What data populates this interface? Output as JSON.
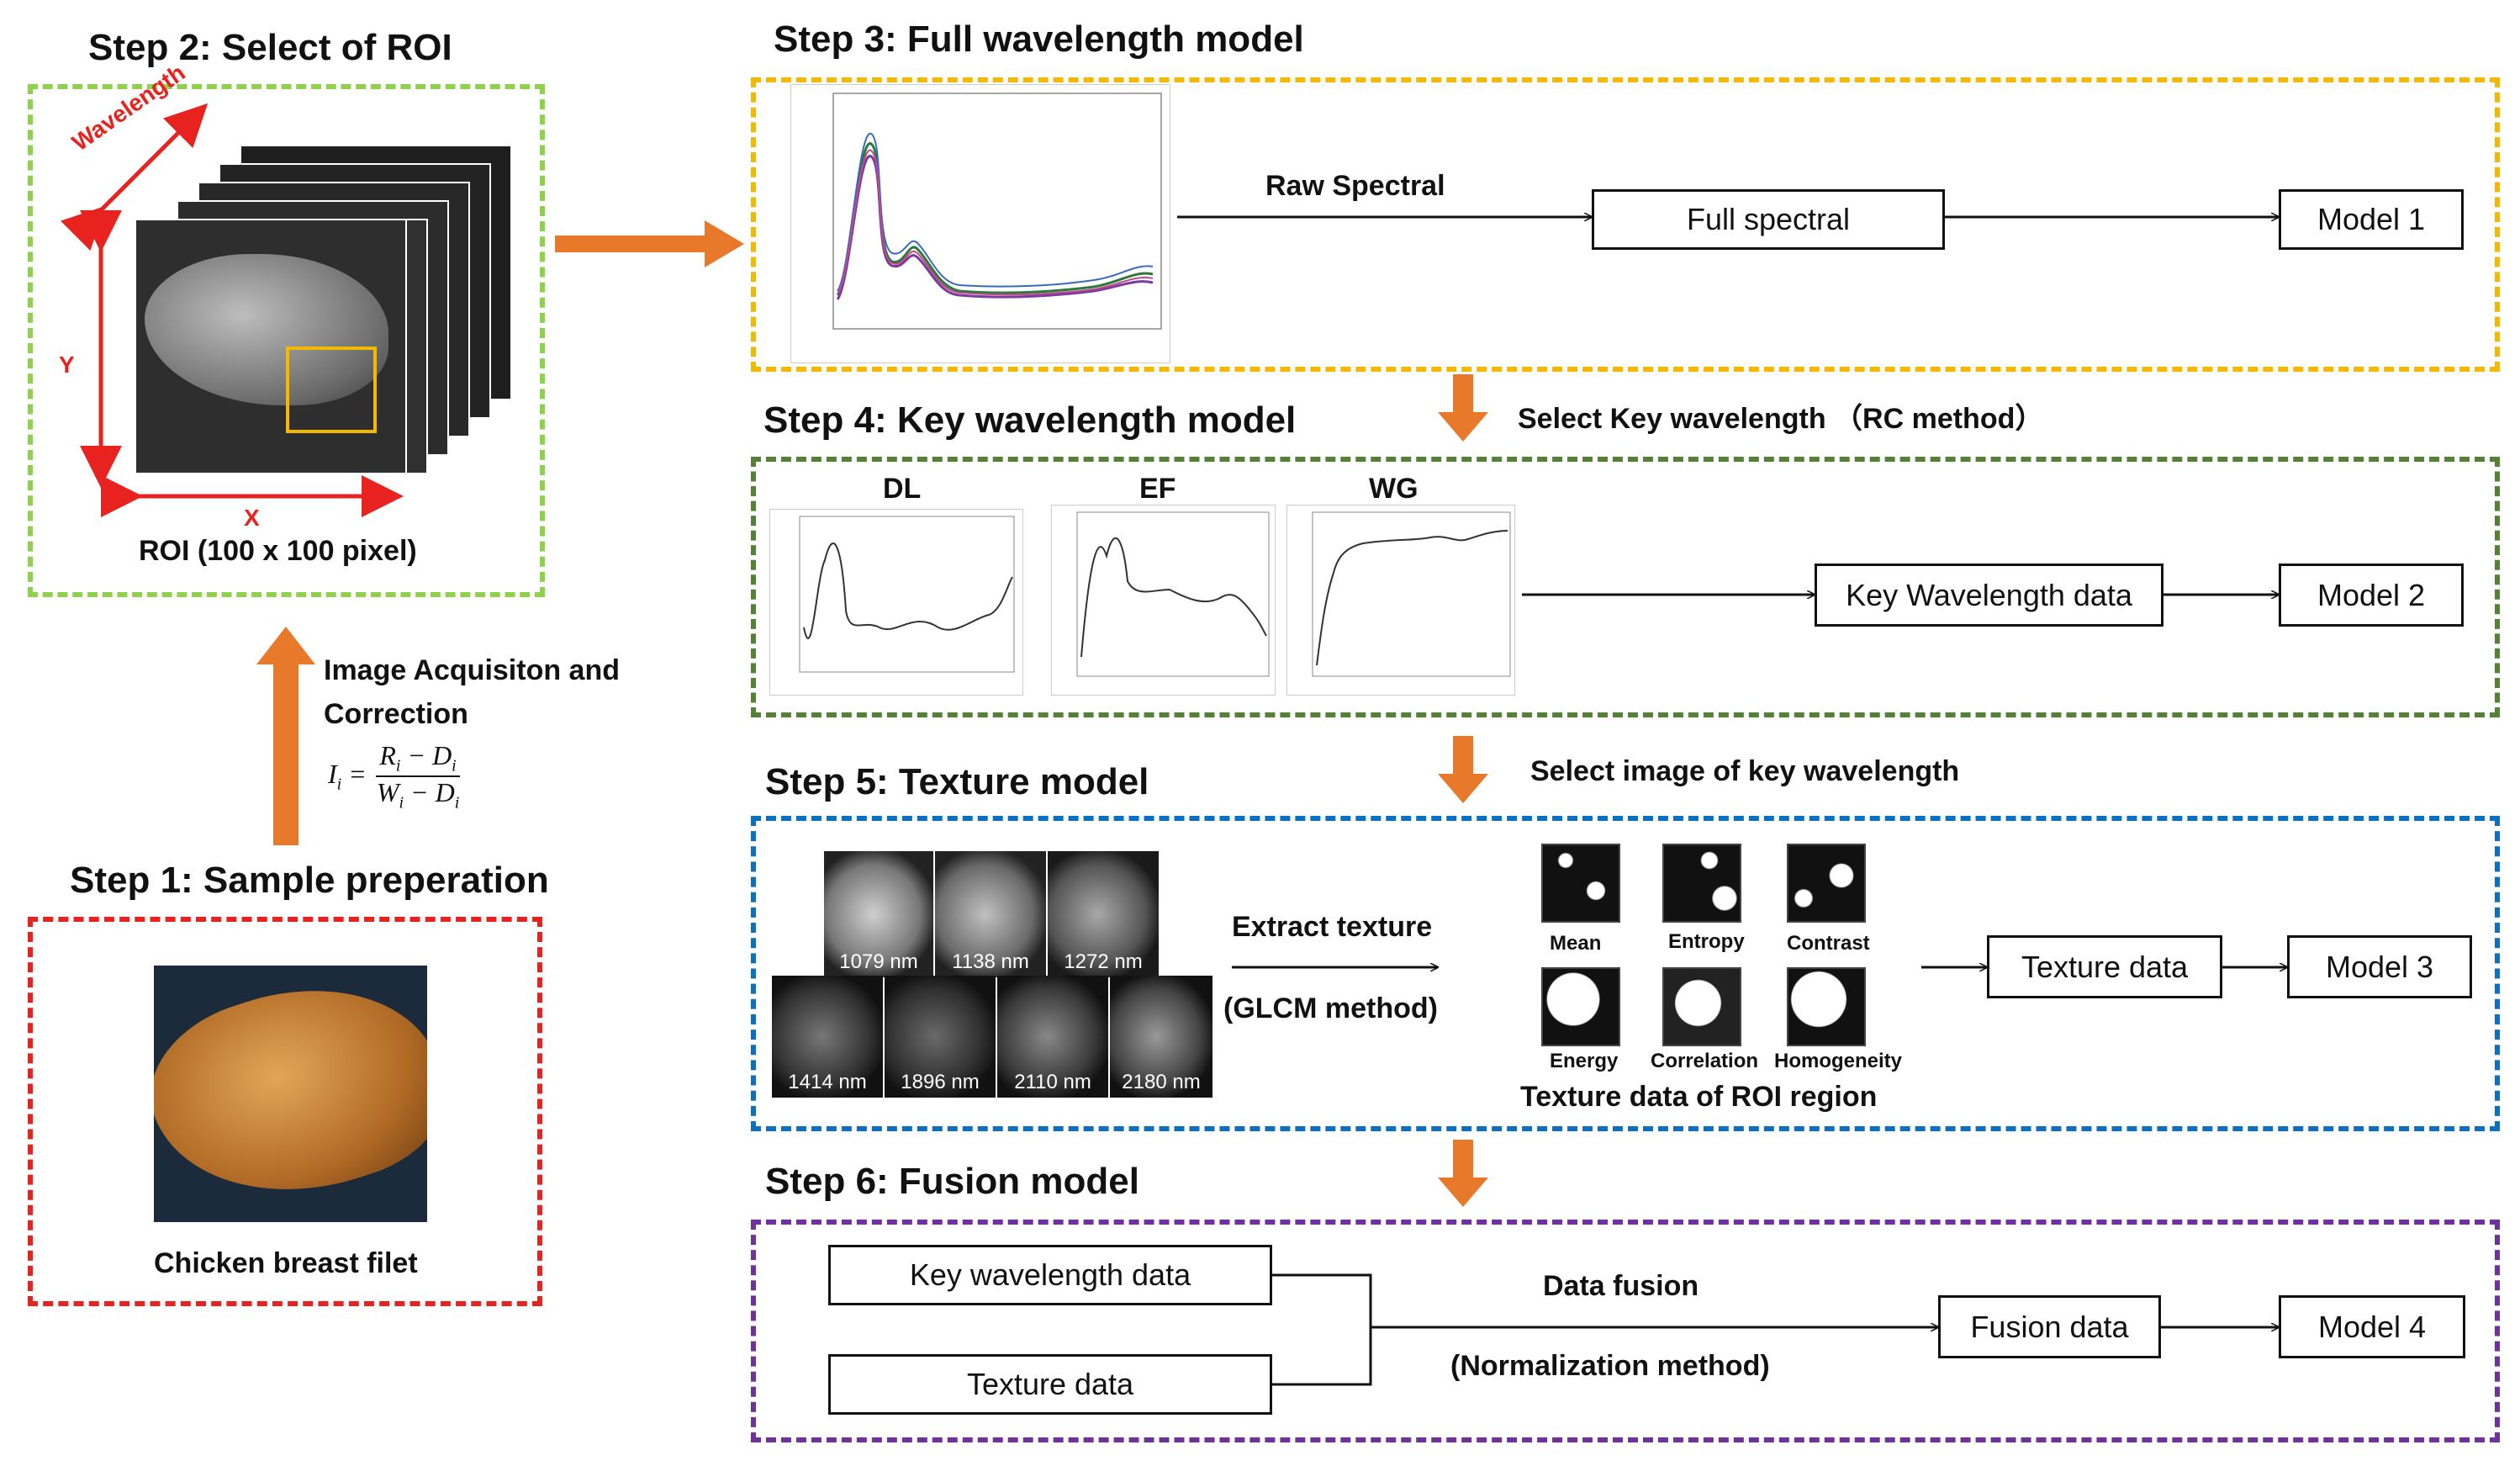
{
  "steps": {
    "step1": {
      "title": "Step 1: Sample preperation",
      "caption": "Chicken breast filet"
    },
    "step2": {
      "title": "Step 2: Select of ROI",
      "caption": "ROI (100 x 100 pixel)",
      "axis_wavelength": "Wavelength",
      "axis_y": "Y",
      "axis_x": "X"
    },
    "step3": {
      "title": "Step 3: Full wavelength model",
      "arrow_label": "Raw Spectral",
      "box1": "Full spectral",
      "model": "Model 1"
    },
    "step4": {
      "title": "Step 4: Key wavelength model",
      "select_label": "Select Key wavelength  （RC method）",
      "charts": [
        "DL",
        "EF",
        "WG"
      ],
      "box1": "Key Wavelength data",
      "model": "Model 2"
    },
    "step5": {
      "title": "Step 5: Texture model",
      "select_label": "Select image of key wavelength",
      "wavelengths_top": [
        "1079 nm",
        "1138 nm",
        "1272 nm"
      ],
      "wavelengths_bottom": [
        "1414 nm",
        "1896 nm",
        "2110 nm",
        "2180 nm"
      ],
      "extract": "Extract texture",
      "method": "(GLCM method)",
      "features_top": [
        "Mean",
        "Entropy",
        "Contrast"
      ],
      "features_bottom": [
        "Energy",
        "Correlation",
        "Homogeneity"
      ],
      "texture_caption": "Texture data of ROI region",
      "box1": "Texture data",
      "model": "Model 3"
    },
    "step6": {
      "title": "Step 6: Fusion model",
      "input1": "Key wavelength data",
      "input2": "Texture data",
      "fusion_label": "Data fusion",
      "method": "(Normalization method)",
      "box1": "Fusion data",
      "model": "Model 4"
    }
  },
  "acquisition": {
    "line1": "Image Acquisiton and",
    "line2": "Correction"
  },
  "colors": {
    "step1": "#e8231f",
    "step2": "#8fd14f",
    "step3": "#f5b800",
    "step4": "#548235",
    "step5": "#0a70c4",
    "step6": "#7030a0",
    "arrow": "#e8792b"
  }
}
